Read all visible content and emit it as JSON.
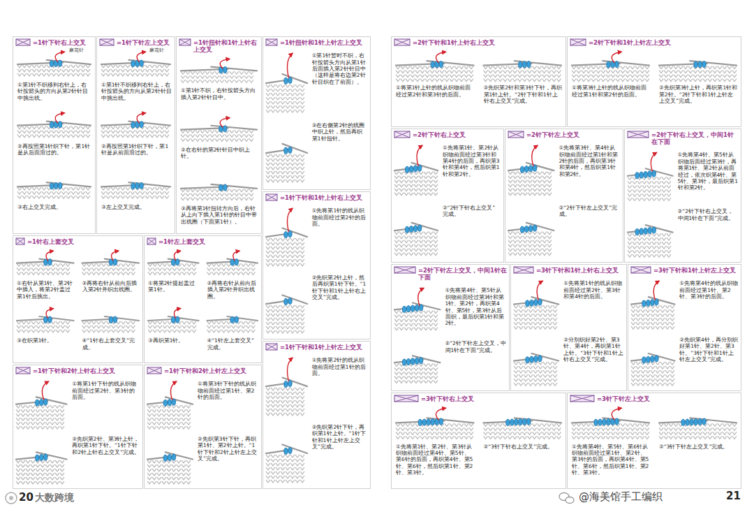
{
  "diagram": {
    "nodes": [
      {
        "text": [
          "=1针下针右上交叉",
          "①第1针不织移到右针上，右针按箭头的方向从第2针针目中挑出线。",
          "②再按照第1针织下针，第1针是从后面滑过的。",
          "③右上交叉完成。"
        ]
      },
      {
        "text": [
          "=1针下针左上交叉",
          "①第1针不织移到右针上，右针按箭头的方向从第2针针目中挑出线。",
          "②再按照第1针织下针，第1针是从前面滑过的。",
          "③左上交叉完成。"
        ]
      },
      {
        "text": [
          "=1针扭针和1针上针右上交叉",
          "①第1针不织，右针按箭头方向插入第2针针目中。",
          "②在右针的第2针针目中织上针。",
          "③再将第1针扭转方向后，右针从上向下插入第1针的针目中带出线圈（下面第1针）。"
        ]
      },
      {
        "text": [
          "=1针扭针和1针上针左上交叉",
          "①第1针暂时不织，右针按箭头方向从第1针后面插入第2针针目中（这样是将右边第2针针目织在了前面）。",
          "②在右侧第2针的线圈中织上针，然后再织第1针扭针。"
        ]
      },
      {
        "text": [
          "=1针下针和1针上针右上交叉",
          "①先将第1针的线从织物前面经过第2针的后面。",
          "②先织第2针上针，然后再织第1针下针。“1针下针和1针上针右上交叉”完成。"
        ]
      },
      {
        "text": [
          "=1针下针和1针上针左上交叉",
          "①先将第2针的线从织物前面经过第1针的后面。",
          "②先织第2针下针，再织第1针上针。“1针下针和1针上针左上交叉”完成。"
        ]
      },
      {
        "text": [
          "=1针右上套交叉",
          "①右针从第1针、第2针中插入，将第2针盖过第1针后挑出。",
          "②再将右针从前向后插入第2针并织出线圈。",
          "③在织第1针。",
          "④“1针右上套交叉”完成。"
        ]
      },
      {
        "text": [
          "=1针左上套交叉",
          "①将第2针提起盖过第1针。",
          "②再将右针从前向后插入第2针并织出线圈。",
          "③再织第1针。",
          "④“1针左上套交叉”完成。"
        ]
      },
      {
        "text": [
          "=1针下针和2针上针右上交叉",
          "①将第1针下针的线从织物前面经过第2针、第3针的后面。",
          "②先织第2针、第3针上针，再织第1针下针。“1针下针和2针上针右上交叉”完成。"
        ]
      },
      {
        "text": [
          "=1针下针和2针上针左上交叉",
          "①将第3针下针的线从织物前面经过第1针、第2针的后面。",
          "②先织第3针下针，再织第1针、第2针上针。“1针下针和2针上针左上交叉”完成。"
        ]
      },
      {
        "text": [
          "=2针下针和1针上针右上交叉",
          "①将第1针上针的线从织物前面经过第2针和第3针的后面。",
          "②先织第2针和第3针下针，再织第1针上针。“2针下针和1针上针右上交叉”完成。"
        ]
      },
      {
        "text": [
          "=2针下针和1针上针左上交叉",
          "①将第3针上针的线从织物前面经过第1针和第2针的后面。",
          "②先织第3针上针，再织第1针和第2针。“2针下针和1针上针左上交叉”完成。"
        ]
      },
      {
        "text": [
          "=2针下针右上交叉",
          "①先将第1针、第2针从织物前面经过第3针和第4针的后面，再织第3针和第4针，然后织第1针和第2针。",
          "②“2针下针右上交叉”完成。"
        ]
      },
      {
        "text": [
          "=2针下针左上交叉",
          "①先将第3针、第4针从织物前面经过第1针和第2针的后面，再织第3针和第4针，然后织第1针和第2针。",
          "②“2针下针左上交叉”完成。"
        ]
      },
      {
        "text": [
          "=2针下针右上交叉，中间1针在下面",
          "①先将第4针、第5针从织物后面经过第3针，再将第1针、第2针从前面经过，依次织第4针、第5针、第3针，最后织第1针和第2针。",
          "②“2针下针右上交叉，中间1针在下面”完成。"
        ]
      },
      {
        "text": [
          "=2针下针左上交叉，中间1针在下面",
          "①先将第4针、第5针从织物前面经过第3针和第1针、第2针，再织第4针、第5针，第3针从后面织，最后织第1针和第2针。",
          "②“2针下针左上交叉，中间1针在下面”完成。"
        ]
      },
      {
        "text": [
          "=3针下针和1针上针右上交叉",
          "①先将第1针的线从织物前面经过第2针、第3针和第4针的后面。",
          "②分别织好第2针、第3针、第4针，再织第1针上针。“3针下针和1针上针右上交叉”完成。"
        ]
      },
      {
        "text": [
          "=3针下针和1针上针左上交叉",
          "①先将第4针的线从织物前面经过第1针、第2针、第3针的后面。",
          "②先织第4针，再分别织好第1针、第2针、第3针。“3针下针和1针上针左上交叉”完成。"
        ]
      },
      {
        "text": [
          "=3针下针右上交叉",
          "①先将第1针、第2针、第3针从织物前面经过第4针、第5针、第6针的后面，再织第4针、第5针、第6针，然后织第1针、第2针、第3针。",
          "②“3针下针右上交叉”完成。"
        ]
      },
      {
        "text": [
          "=3针下针左上交叉",
          "①先将第4针、第5针、第6针从织物前面经过第1针、第2针、第3针的后面，再织第4针、第5针、第6针，然后织第1针、第2针、第3针。",
          "②“3针下针左上交叉”完成。"
        ]
      }
    ],
    "labels": [
      "20",
      "21",
      "大数跨境",
      "@海美馆手工编织",
      "麻花针",
      "麻花针"
    ]
  }
}
